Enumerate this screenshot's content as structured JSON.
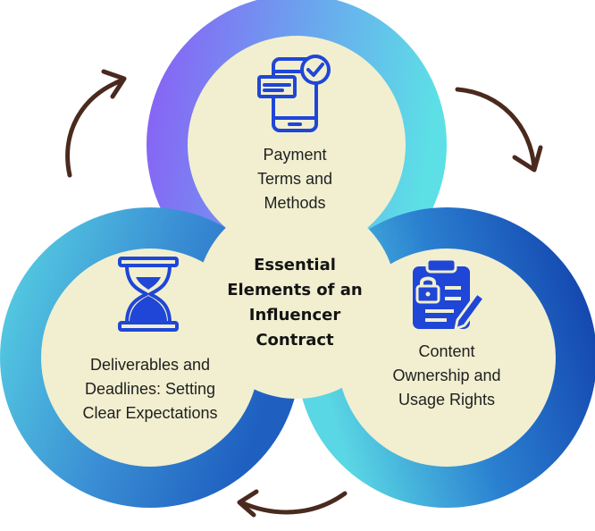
{
  "title_lines": [
    "Essential",
    "Elements of an",
    "Influencer",
    "Contract"
  ],
  "elements": {
    "payment": {
      "lines": [
        "Payment",
        "Terms and",
        "Methods"
      ],
      "icon": "mobile-payment-icon"
    },
    "deliverables": {
      "lines": [
        "Deliverables and",
        "Deadlines: Setting",
        "Clear Expectations"
      ],
      "icon": "hourglass-icon"
    },
    "ownership": {
      "lines": [
        "Content",
        "Ownership and",
        "Usage Rights"
      ],
      "icon": "clipboard-lock-pen-icon"
    }
  },
  "colors": {
    "cream": "#f1efd0",
    "purple": "#8b5cf6",
    "cyan": "#5ad9e6",
    "blue": "#1f4fb5",
    "icon_blue": "#1f46d6",
    "arrow_brown": "#4a2a1e"
  }
}
